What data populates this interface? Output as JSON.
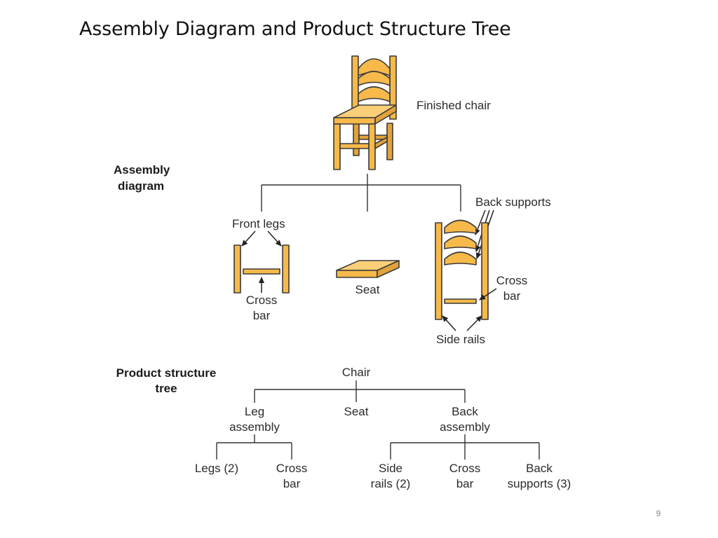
{
  "slide": {
    "title": "Assembly Diagram and Product Structure Tree",
    "page_number": "9"
  },
  "assembly_diagram": {
    "section_label": [
      "Assembly",
      "diagram"
    ],
    "finished_chair": "Finished chair",
    "front_legs": "Front legs",
    "front_cross_bar": [
      "Cross",
      "bar"
    ],
    "seat": "Seat",
    "back_supports": "Back supports",
    "back_cross_bar": [
      "Cross",
      "bar"
    ],
    "side_rails": "Side rails"
  },
  "product_structure_tree": {
    "section_label": [
      "Product structure",
      "tree"
    ],
    "root": "Chair",
    "leg_assembly": [
      "Leg",
      "assembly"
    ],
    "seat": "Seat",
    "back_assembly": [
      "Back",
      "assembly"
    ],
    "legs": "Legs (2)",
    "leg_cross_bar": [
      "Cross",
      "bar"
    ],
    "side_rails": [
      "Side",
      "rails (2)"
    ],
    "back_cross_bar": [
      "Cross",
      "bar"
    ],
    "back_supports": [
      "Back",
      "supports (3)"
    ]
  },
  "colors": {
    "part_fill": "#F6B94A",
    "part_outline": "#3a3a3a",
    "text": "#2b2b2b"
  }
}
